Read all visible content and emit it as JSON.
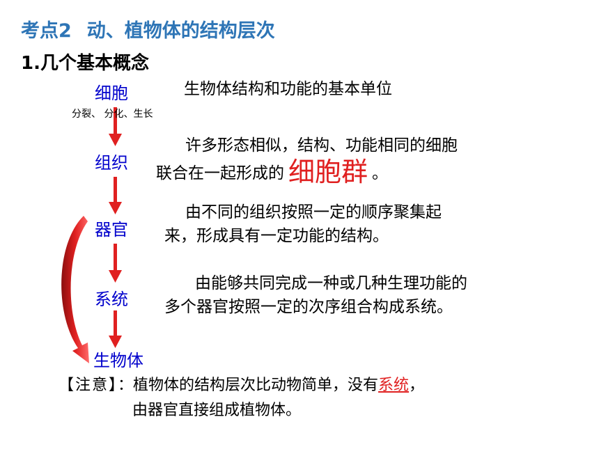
{
  "title": {
    "label": "考点2",
    "text": "动、植物体的结构层次"
  },
  "subtitle": "1.几个基本概念",
  "levels": [
    "细胞",
    "组织",
    "器官",
    "系统",
    "生物体"
  ],
  "processes": "分裂、 分化、生长",
  "definitions": {
    "cell": "生物体结构和功能的基本单位",
    "tissue_line1": "许多形态相似，结构、功能相同的细胞",
    "tissue_line2_pre": "联合在一起形成的",
    "tissue_answer": "细胞群",
    "tissue_line2_post": "。",
    "organ_line1": "由不同的组织按照一定的顺序聚集起",
    "organ_line2": "来，形成具有一定功能的结构。",
    "system_line1": "由能够共同完成一种或几种生理功能的",
    "system_line2": "多个器官按照一定的次序组合构成系统。"
  },
  "note": {
    "bracket": "【注意】",
    "colon": "：",
    "line1_pre": "植物体的结构层次比动物简单，没有",
    "line1_highlight": "系统",
    "line1_post": "，",
    "line2": "由器官直接组成植物体。"
  },
  "colors": {
    "title": "#2e75b6",
    "level": "#0000cc",
    "arrow": "#e02020",
    "highlight": "#e02020"
  }
}
